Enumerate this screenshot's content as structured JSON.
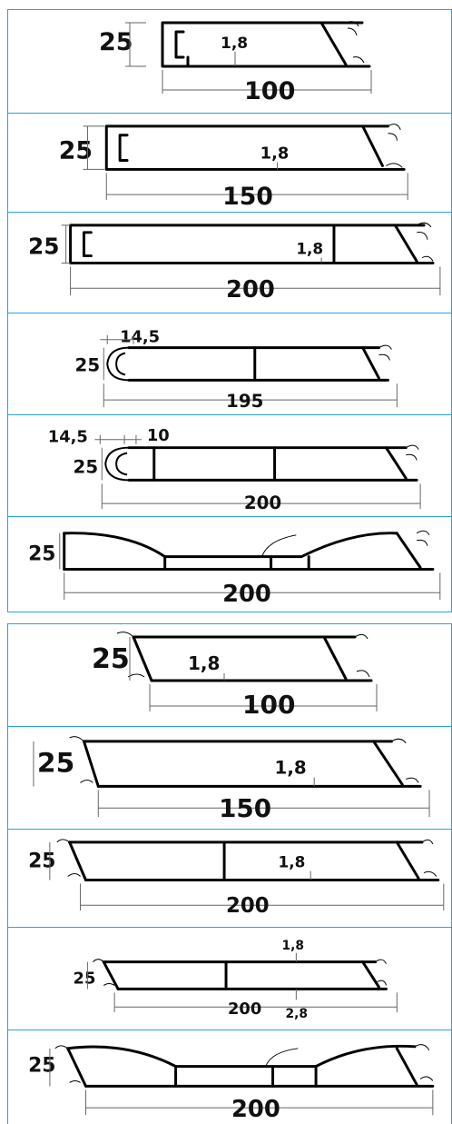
{
  "profiles": [
    {
      "height": "25",
      "thickness": "1,8",
      "width": "100"
    },
    {
      "height": "25",
      "thickness": "1,8",
      "width": "150"
    },
    {
      "height": "25",
      "thickness": "1,8",
      "width": "200"
    },
    {
      "height": "25",
      "head": "14,5",
      "width": "195"
    },
    {
      "height": "25",
      "head": "14,5",
      "head_inner": "10",
      "width": "200"
    },
    {
      "height": "25",
      "width": "200"
    },
    {
      "height": "25",
      "thickness": "1,8",
      "width": "100"
    },
    {
      "height": "25",
      "thickness": "1,8",
      "width": "150"
    },
    {
      "height": "25",
      "thickness": "1,8",
      "width": "200"
    },
    {
      "height": "25",
      "thickness": "1,8",
      "width": "200",
      "thickness_bottom": "2,8"
    },
    {
      "height": "25",
      "width": "200"
    }
  ],
  "colors": {
    "border": "#29a3df",
    "profile": "#000000"
  }
}
